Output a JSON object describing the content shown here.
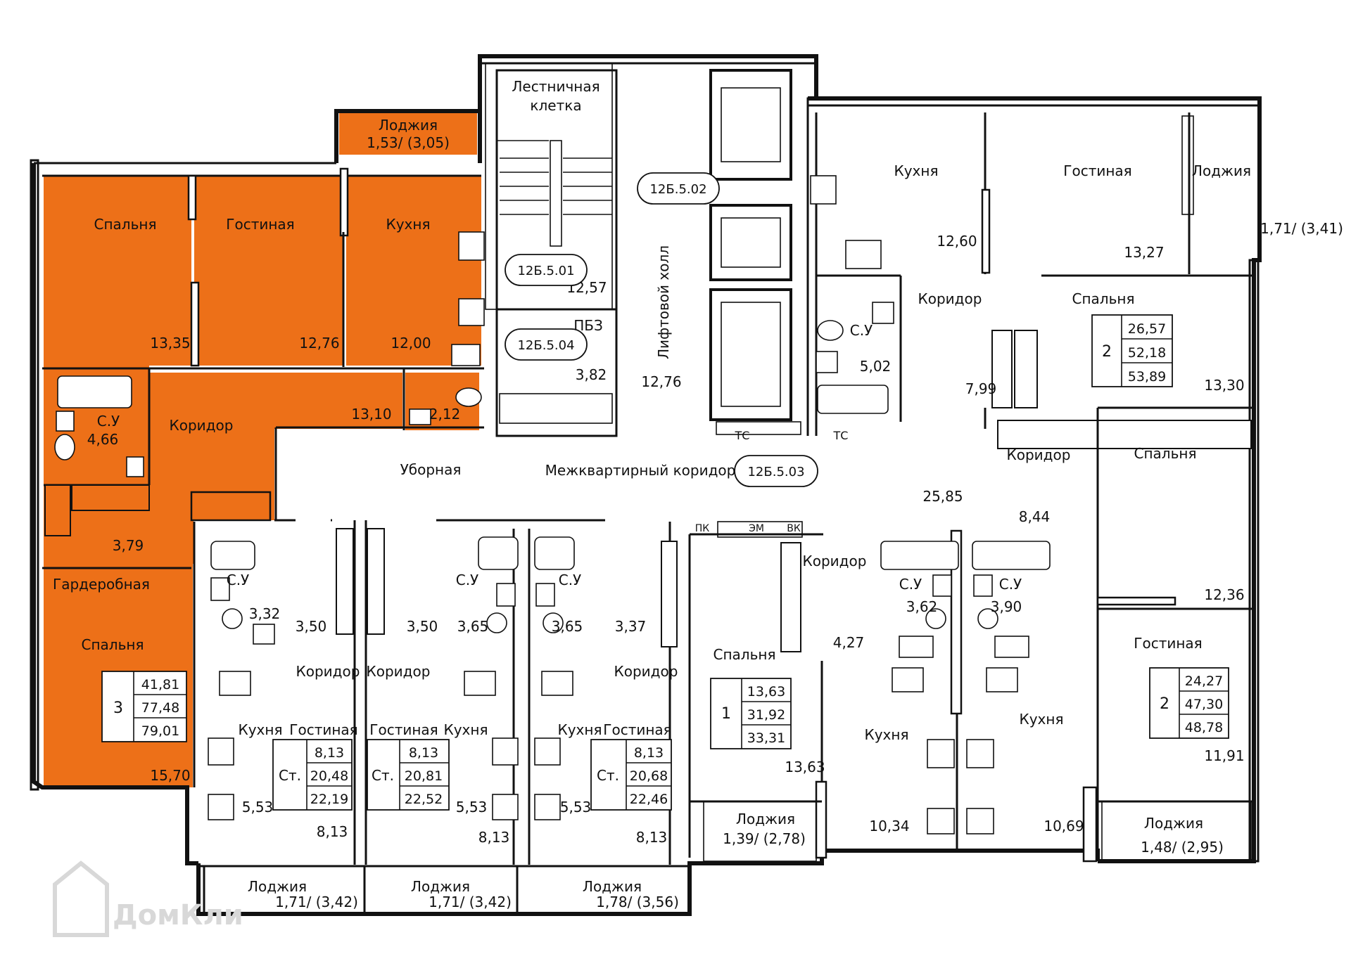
{
  "colors": {
    "highlight": "#ED7018",
    "wall": "#111111",
    "watermark": "#d8d8d8"
  },
  "watermark": {
    "text": "ДомКли",
    "icon": "house-icon"
  },
  "rooms": [
    {
      "id": "r1",
      "name": "Лоджия",
      "area": "1,53/ (3,05)"
    },
    {
      "id": "r2",
      "name": "Спальня",
      "area": "13,35"
    },
    {
      "id": "r3",
      "name": "Гостиная",
      "area": "12,76"
    },
    {
      "id": "r4",
      "name": "Кухня",
      "area": "12,00"
    },
    {
      "id": "r5",
      "name": "С.У",
      "area": "4,66"
    },
    {
      "id": "r6",
      "name": "Коридор",
      "area": "13,10"
    },
    {
      "id": "r7",
      "name": "Уборная",
      "area": "2,12"
    },
    {
      "id": "r8",
      "name": "",
      "area": "3,79"
    },
    {
      "id": "r9",
      "name": "Гардеробная",
      "area": ""
    },
    {
      "id": "r10",
      "name": "Спальня",
      "area": "15,70"
    },
    {
      "id": "r11",
      "name": "Лестничная клетка",
      "area": "12,57"
    },
    {
      "id": "r12",
      "name": "ПБЗ",
      "area": "3,82"
    },
    {
      "id": "r13",
      "name": "Лифтовой холл",
      "area": "12,76"
    },
    {
      "id": "r14",
      "name": "Межквартирный коридор",
      "area": "25,85"
    },
    {
      "id": "r15",
      "name": "Кухня",
      "area": "12,60"
    },
    {
      "id": "r16",
      "name": "Гостиная",
      "area": "13,27"
    },
    {
      "id": "r17",
      "name": "Лоджия",
      "area": "1,71/ (3,41)"
    },
    {
      "id": "r18",
      "name": "С.У",
      "area": "5,02"
    },
    {
      "id": "r19",
      "name": "Коридор",
      "area": "7,99"
    },
    {
      "id": "r20",
      "name": "Спальня",
      "area": "13,30"
    },
    {
      "id": "r21",
      "name": "Коридор",
      "area": "8,44"
    },
    {
      "id": "r22",
      "name": "Спальня",
      "area": "12,36"
    },
    {
      "id": "r23",
      "name": "Гостиная",
      "area": "11,91"
    },
    {
      "id": "r24",
      "name": "Лоджия",
      "area": "1,48/ (2,95)"
    },
    {
      "id": "r25",
      "name": "С.У",
      "area": "3,32"
    },
    {
      "id": "r26",
      "name": "",
      "area": "3,50"
    },
    {
      "id": "r27",
      "name": "Коридор",
      "area": ""
    },
    {
      "id": "r28",
      "name": "Кухня",
      "area": "5,53"
    },
    {
      "id": "r29",
      "name": "Гостиная",
      "area": "8,13"
    },
    {
      "id": "r30",
      "name": "Лоджия",
      "area": "1,71/ (3,42)"
    },
    {
      "id": "r31",
      "name": "Коридор",
      "area": "3,50"
    },
    {
      "id": "r32",
      "name": "Гостиная",
      "area": ""
    },
    {
      "id": "r33",
      "name": "Кухня",
      "area": "5,53"
    },
    {
      "id": "r34",
      "name": "С.У",
      "area": "3,65"
    },
    {
      "id": "r35",
      "name": "",
      "area": "8,13"
    },
    {
      "id": "r36",
      "name": "Лоджия",
      "area": "1,71/ (3,42)"
    },
    {
      "id": "r37",
      "name": "С.У",
      "area": "3,65"
    },
    {
      "id": "r38",
      "name": "",
      "area": "3,37"
    },
    {
      "id": "r39",
      "name": "Коридор",
      "area": ""
    },
    {
      "id": "r40",
      "name": "Кухня",
      "area": "5,53"
    },
    {
      "id": "r41",
      "name": "Гостиная",
      "area": "8,13"
    },
    {
      "id": "r42",
      "name": "Лоджия",
      "area": "1,78/ (3,56)"
    },
    {
      "id": "r43",
      "name": "Коридор",
      "area": "4,27"
    },
    {
      "id": "r44",
      "name": "Спальня",
      "area": "13,63"
    },
    {
      "id": "r45",
      "name": "Лоджия",
      "area": "1,39/ (2,78)"
    },
    {
      "id": "r46",
      "name": "С.У",
      "area": "3,62"
    },
    {
      "id": "r47",
      "name": "Кухня",
      "area": "10,34"
    },
    {
      "id": "r48",
      "name": "С.У",
      "area": "3,90"
    },
    {
      "id": "r49",
      "name": "Кухня",
      "area": "10,69"
    }
  ],
  "apartments": [
    {
      "id": "a1",
      "rooms": "3",
      "living": "41,81",
      "total": "77,48",
      "total_with_loggia": "79,01"
    },
    {
      "id": "a2",
      "rooms": "2",
      "living": "26,57",
      "total": "52,18",
      "total_with_loggia": "53,89"
    },
    {
      "id": "a3",
      "rooms": "2",
      "living": "24,27",
      "total": "47,30",
      "total_with_loggia": "48,78"
    },
    {
      "id": "a4",
      "rooms": "1",
      "living": "13,63",
      "total": "31,92",
      "total_with_loggia": "33,31"
    },
    {
      "id": "a5",
      "rooms": "Ст.",
      "living": "8,13",
      "total": "20,48",
      "total_with_loggia": "22,19"
    },
    {
      "id": "a6",
      "rooms": "Ст.",
      "living": "8,13",
      "total": "20,81",
      "total_with_loggia": "22,52"
    },
    {
      "id": "a7",
      "rooms": "Ст.",
      "living": "8,13",
      "total": "20,68",
      "total_with_loggia": "22,46"
    }
  ],
  "tags": [
    "12Б.5.01",
    "12Б.5.02",
    "12Б.5.03",
    "12Б.5.04"
  ],
  "marks": {
    "tc": "ТС",
    "pk": "ПК",
    "em": "ЭМ",
    "vk": "ВК"
  }
}
